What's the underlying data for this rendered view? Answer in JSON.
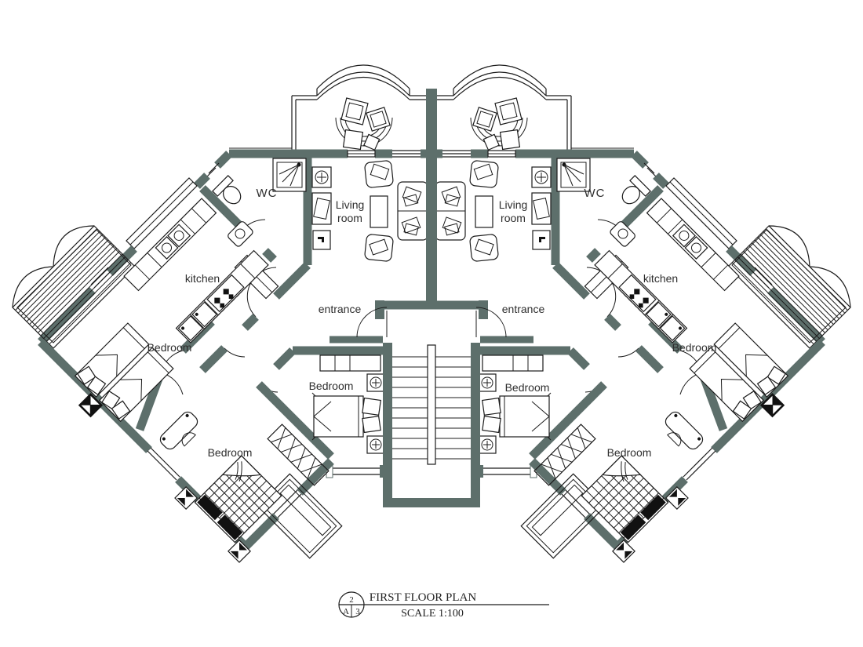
{
  "meta": {
    "drawing_type": "architectural floor plan",
    "background": "#ffffff",
    "wall_color": "#5d6f6b",
    "line_color": "#1c1c1c"
  },
  "rooms": {
    "wc_left": "WC",
    "wc_right": "WC",
    "living_left_line1": "Living",
    "living_left_line2": "room",
    "living_right_line1": "Living",
    "living_right_line2": "room",
    "kitchen_left": "kitchen",
    "kitchen_right": "kitchen",
    "entrance_left": "entrance",
    "entrance_right": "entrance",
    "bedroom_left_upper": "Bedroom",
    "bedroom_left_center": "Bedroom",
    "bedroom_left_lower": "Bedroom",
    "bedroom_right_center": "Bedroom",
    "bedroom_right_upper": "Bedroom",
    "bedroom_right_lower": "Bedroom"
  },
  "title_block": {
    "title": "FIRST FLOOR PLAN",
    "scale": "SCALE 1:100",
    "ref_top": "2",
    "ref_bottom_left": "A",
    "ref_bottom_right": "3"
  }
}
